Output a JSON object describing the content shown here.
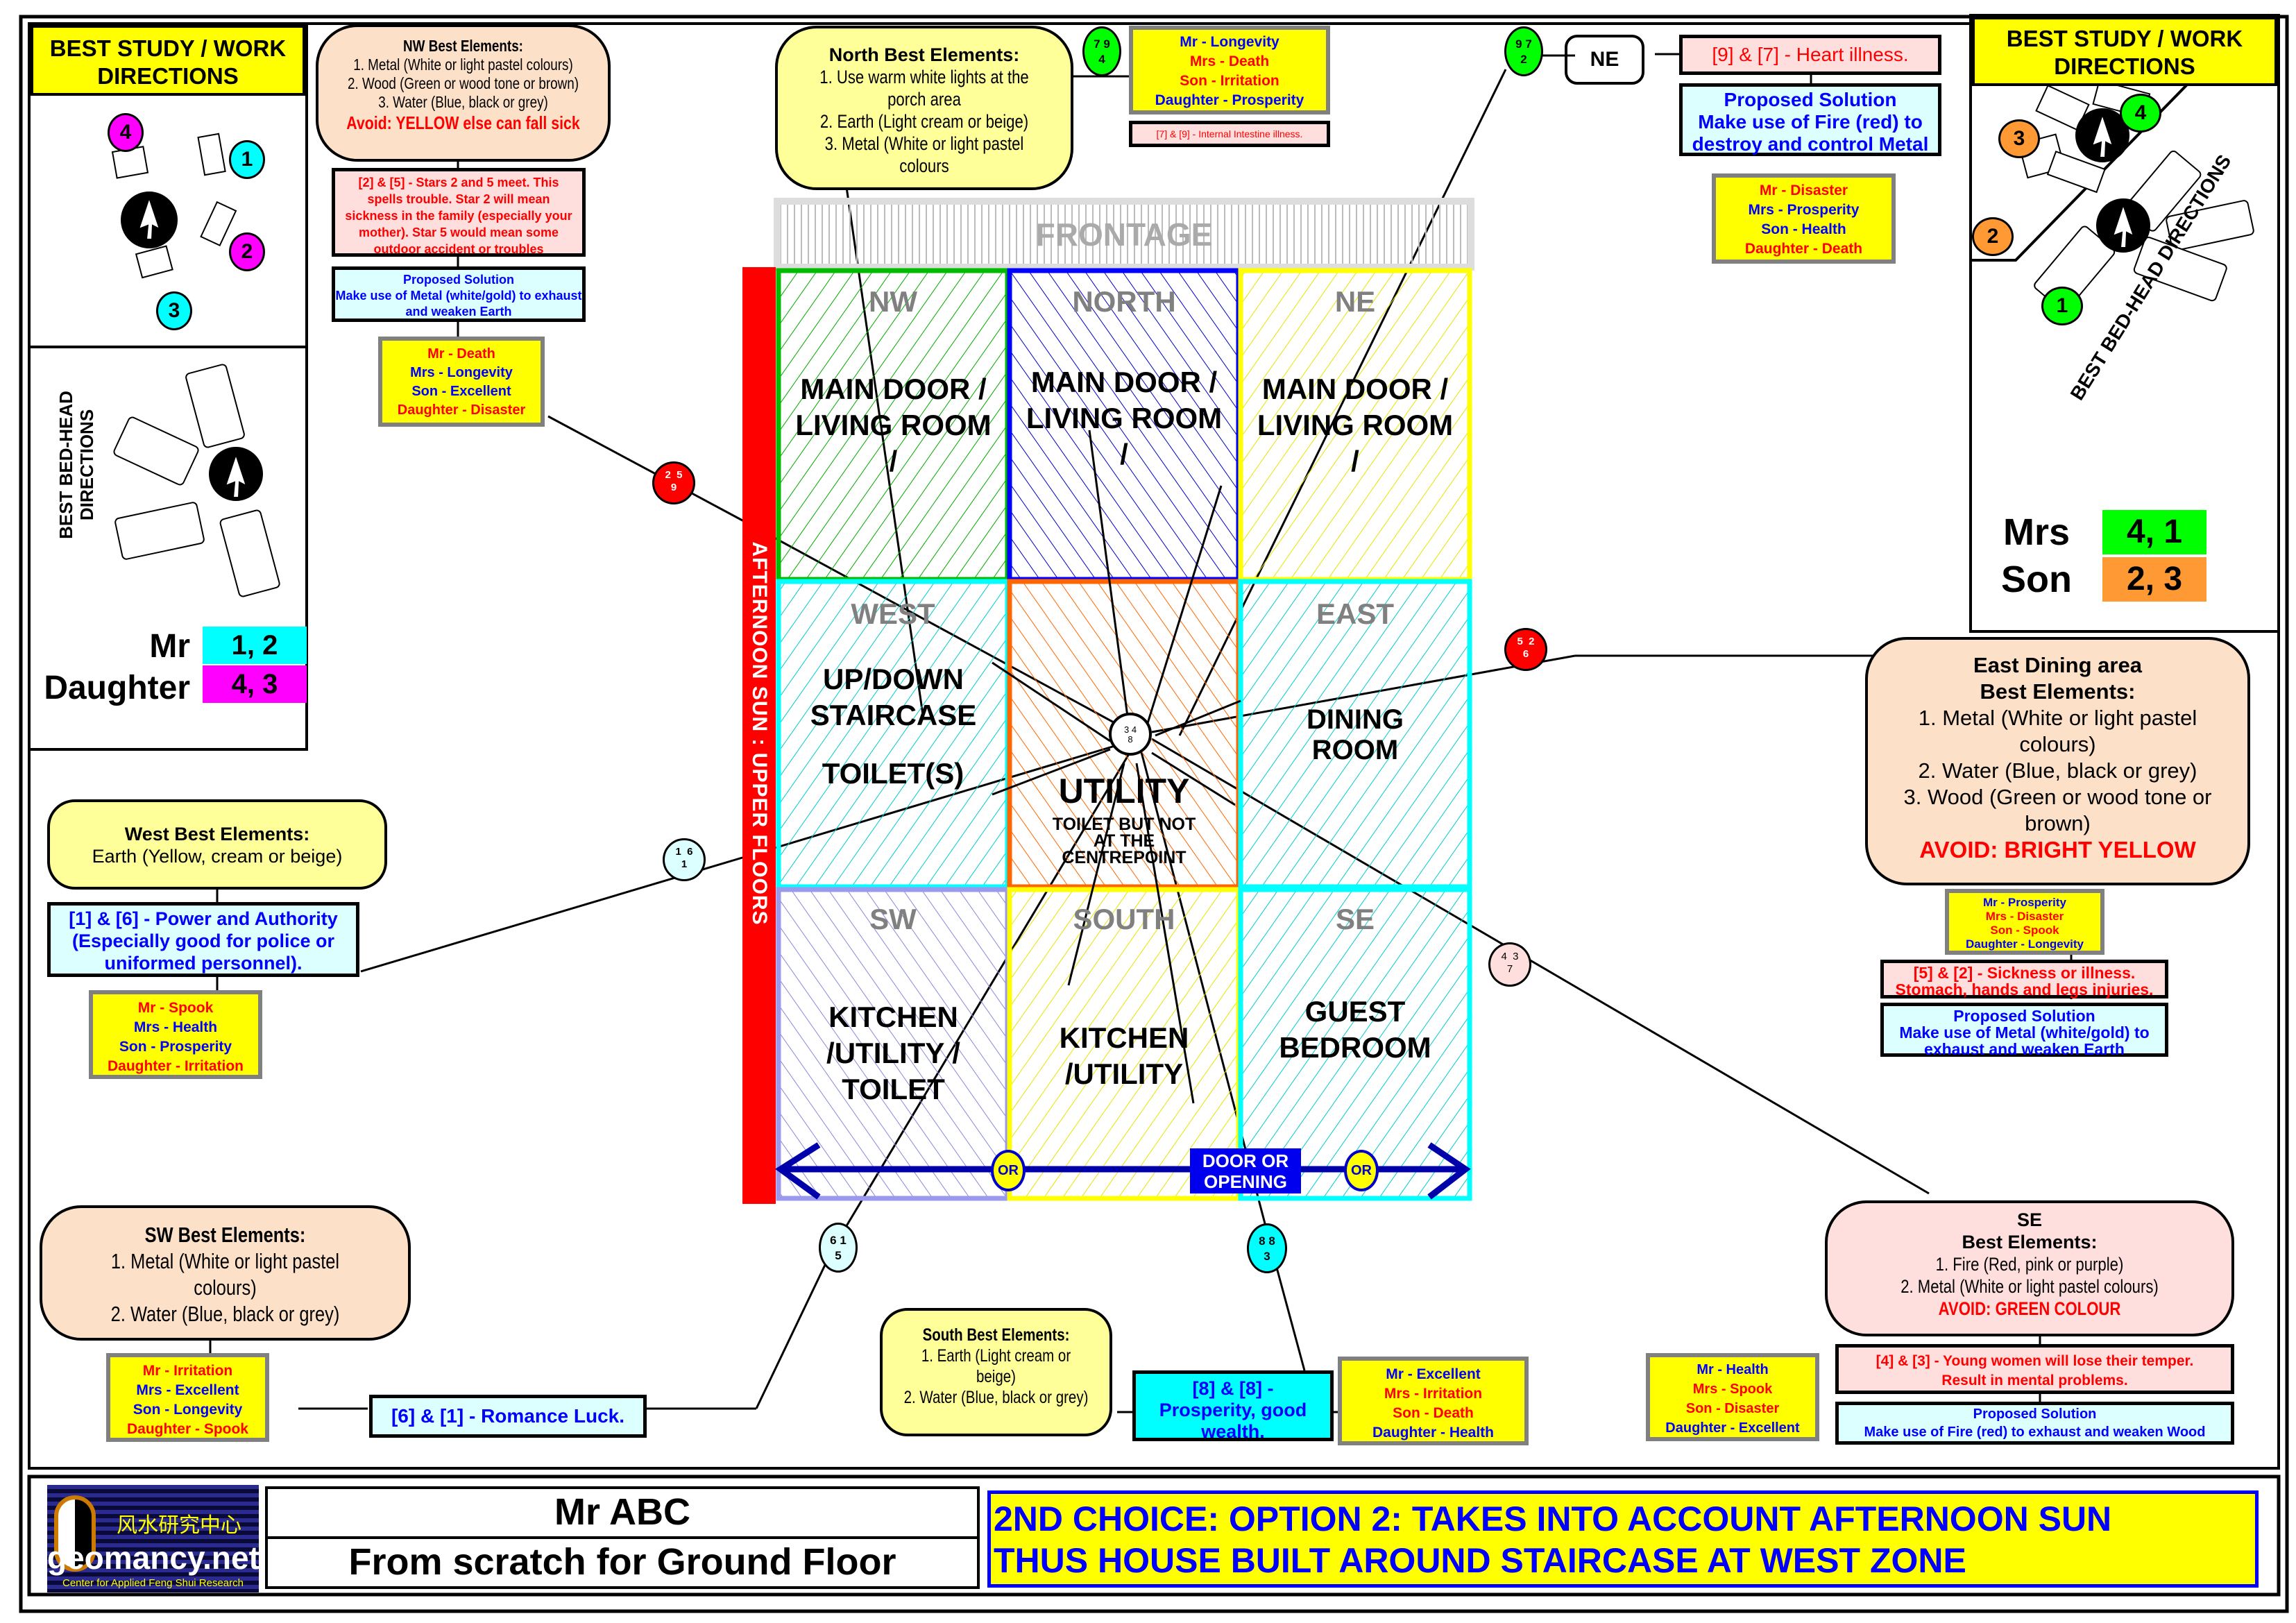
{
  "colors": {
    "yellow": "#ffff00",
    "peach": "#fde0c8",
    "light_yellow": "#ffff99",
    "pink": "#ffdede",
    "light_cyan": "#dcffff",
    "cyan": "#00ffff",
    "magenta": "#ff00ff",
    "green": "#00ff00",
    "orange": "#ff9933",
    "red": "#ff0000",
    "blue": "#0000ff",
    "navy": "#0000cc"
  },
  "left_panel": {
    "study_title": "BEST STUDY / WORK DIRECTIONS",
    "study_numbers": [
      "4",
      "1",
      "2",
      "3"
    ],
    "bed_title": "BEST BED-HEAD DIRECTIONS",
    "legend": [
      {
        "person": "Mr",
        "dirs": "1, 2"
      },
      {
        "person": "Daughter",
        "dirs": "4, 3"
      }
    ]
  },
  "right_panel": {
    "study_title": "BEST STUDY / WORK DIRECTIONS",
    "study_numbers": [
      "3",
      "4",
      "2",
      "1"
    ],
    "bed_title": "BEST BED-HEAD DIRECTIONS",
    "legend": [
      {
        "person": "Mrs",
        "dirs": "4, 1"
      },
      {
        "person": "Son",
        "dirs": "2, 3"
      }
    ]
  },
  "nw": {
    "elements_title": "NW Best Elements:",
    "elements": [
      "1. Metal (White or light pastel colours)",
      "2. Wood (Green or wood tone or brown)",
      "3. Water (Blue, black or grey)"
    ],
    "avoid": "Avoid: YELLOW else can fall sick",
    "stars_note": "[2] & [5] - Stars 2 and 5 meet. This spells trouble. Star 2 will mean sickness in the family (especially your mother). Star 5 would mean some outdoor accident or troubles",
    "solution_title": "Proposed Solution",
    "solution": "Make use of Metal (white/gold) to exhaust and weaken Earth",
    "fortune": [
      "Mr -  Death",
      "Mrs -  Longevity",
      "Son -  Excellent",
      "Daughter -  Disaster"
    ],
    "stars": [
      "2",
      "5",
      "9"
    ]
  },
  "north": {
    "elements_title": "North Best Elements:",
    "elements": [
      "1. Use warm white lights at the porch area",
      "2. Earth (Light cream or beige)",
      "3. Metal (White or light pastel colours"
    ],
    "fortune": [
      "Mr -  Longevity",
      "Mrs -  Death",
      "Son -  Irritation",
      "Daughter -  Prosperity"
    ],
    "note": "[7] & [9] - Internal Intestine illness.",
    "stars": [
      "7",
      "9",
      "4"
    ]
  },
  "ne": {
    "label": "NE",
    "note": "[9] & [7] - Heart illness.",
    "solution_title": "Proposed Solution",
    "solution": "Make use of Fire (red) to destroy and control Metal",
    "fortune": [
      "Mr -  Disaster",
      "Mrs -  Prosperity",
      "Son -  Health",
      "Daughter -  Death"
    ],
    "stars": [
      "9",
      "7",
      "2"
    ]
  },
  "east": {
    "elements_title": "East Dining area Best Elements:",
    "elements": [
      "1. Metal (White or light pastel colours)",
      "2. Water (Blue, black or grey)",
      "3. Wood (Green or wood tone or brown)"
    ],
    "avoid": "AVOID: BRIGHT YELLOW",
    "fortune": [
      "Mr -  Prosperity",
      "Mrs -  Disaster",
      "Son -  Spook",
      "Daughter -  Longevity"
    ],
    "note": "[5] & [2] - Sickness or illness. Stomach, hands and legs injuries.",
    "solution_title": "Proposed Solution",
    "solution": "Make use of Metal (white/gold) to exhaust and weaken Earth",
    "stars": [
      "5",
      "2",
      "6"
    ]
  },
  "se": {
    "elements_title": "SE",
    "elements_subtitle": "Best Elements:",
    "elements": [
      "1. Fire (Red, pink or purple)",
      "2. Metal (White or light pastel colours)"
    ],
    "avoid": "AVOID: GREEN COLOUR",
    "note": "[4] & [3] - Young women will lose their temper. Result in mental problems.",
    "solution_title": "Proposed Solution",
    "solution": "Make use of Fire (red) to exhaust and weaken Wood",
    "fortune": [
      "Mr -  Health",
      "Mrs -  Spook",
      "Son -  Disaster",
      "Daughter -  Excellent"
    ],
    "stars": [
      "4",
      "3",
      "7"
    ]
  },
  "south": {
    "elements_title": "South Best Elements:",
    "elements": [
      "1. Earth (Light cream or beige)",
      "2. Water (Blue, black or grey)"
    ],
    "note": "[8] & [8] - Prosperity, good wealth.",
    "fortune": [
      "Mr -  Excellent",
      "Mrs -  Irritation",
      "Son -  Death",
      "Daughter -  Health"
    ],
    "stars": [
      "8",
      "8",
      "3"
    ]
  },
  "sw": {
    "elements_title": "SW Best Elements:",
    "elements": [
      "1. Metal (White or light pastel colours)",
      "2. Water (Blue, black or grey)"
    ],
    "fortune": [
      "Mr -  Irritation",
      "Mrs -  Excellent",
      "Son -  Longevity",
      "Daughter -  Spook"
    ],
    "note": "[6] & [1] - Romance Luck.",
    "stars": [
      "6",
      "1",
      "5"
    ]
  },
  "west": {
    "elements_title": "West Best Elements:",
    "elements": [
      "Earth (Yellow, cream or beige)"
    ],
    "note": "[1] & [6] - Power and Authority (Especially good for police or uniformed personnel).",
    "fortune": [
      "Mr -  Spook",
      "Mrs -  Health",
      "Son -  Prosperity",
      "Daughter -  Irritation"
    ],
    "stars": [
      "1",
      "6",
      "1"
    ]
  },
  "centre": {
    "stars": [
      "3",
      "4",
      "8"
    ]
  },
  "floorplan": {
    "frontage": "FRONTAGE",
    "sun_label": "AFTERNOON SUN : UPPER FLOORS",
    "rooms": [
      {
        "zone": "NW",
        "name": "MAIN DOOR / LIVING ROOM /"
      },
      {
        "zone": "NORTH",
        "name": "MAIN DOOR / LIVING ROOM /"
      },
      {
        "zone": "NE",
        "name": "MAIN DOOR / LIVING ROOM /"
      },
      {
        "zone": "WEST",
        "name": "UP/DOWN STAIRCASE",
        "name2": "TOILET(S)"
      },
      {
        "zone": "",
        "name": "UTILITY",
        "name2": "TOILET BUT NOT AT THE CENTREPOINT"
      },
      {
        "zone": "EAST",
        "name": "DINING ROOM"
      },
      {
        "zone": "SW",
        "name": "KITCHEN /UTILITY / TOILET"
      },
      {
        "zone": "SOUTH",
        "name": "KITCHEN /UTILITY"
      },
      {
        "zone": "SE",
        "name": "GUEST BEDROOM"
      }
    ],
    "door_label": "DOOR OR OPENING",
    "or_label": "OR"
  },
  "footer": {
    "logo_text": "geomancy.net",
    "logo_chinese": "风水研究中心",
    "logo_sub": "Center for Applied Feng Shui Research",
    "client": "Mr ABC",
    "subtitle": "From scratch for Ground Floor",
    "banner": "2ND CHOICE: OPTION 2: TAKES INTO ACCOUNT AFTERNOON SUN THUS HOUSE BUILT AROUND STAIRCASE AT WEST ZONE"
  }
}
